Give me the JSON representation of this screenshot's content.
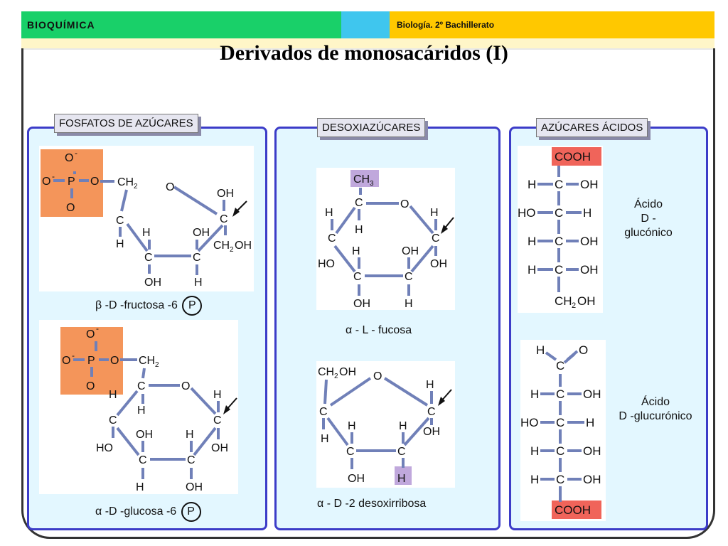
{
  "header": {
    "left_label": "BIOQUÍMICA",
    "right_label": "Biología. 2º Bachillerato"
  },
  "title": "Derivados de monosacáridos (I)",
  "sections": {
    "fosfatos": {
      "tab": "FOSFATOS DE AZÚCARES",
      "caption1_greek": "β",
      "caption1": "-D -fructosa -6",
      "caption2_greek": "α",
      "caption2": "-D -glucosa -6",
      "phosphate_symbol": "P"
    },
    "desoxi": {
      "tab": "DESOXIAZÚCARES",
      "caption1_greek": "α",
      "caption1": "- L - fucosa",
      "caption2_greek": "α",
      "caption2": "- D -2 desoxirribosa"
    },
    "acidos": {
      "tab": "AZÚCARES ÁCIDOS",
      "label1": [
        "Ácido",
        "D -",
        "glucónico"
      ],
      "label2": [
        "Ácido",
        "D -glucurónico"
      ]
    }
  },
  "colors": {
    "green": "#19d069",
    "cyan": "#3fc6ee",
    "yellow": "#ffc800",
    "panel_bg": "#e3f7ff",
    "panel_border": "#3c3cc8",
    "phosphate_orange": "#f4955a",
    "highlight_purple": "#c0a8dc",
    "highlight_red": "#f0645a"
  }
}
